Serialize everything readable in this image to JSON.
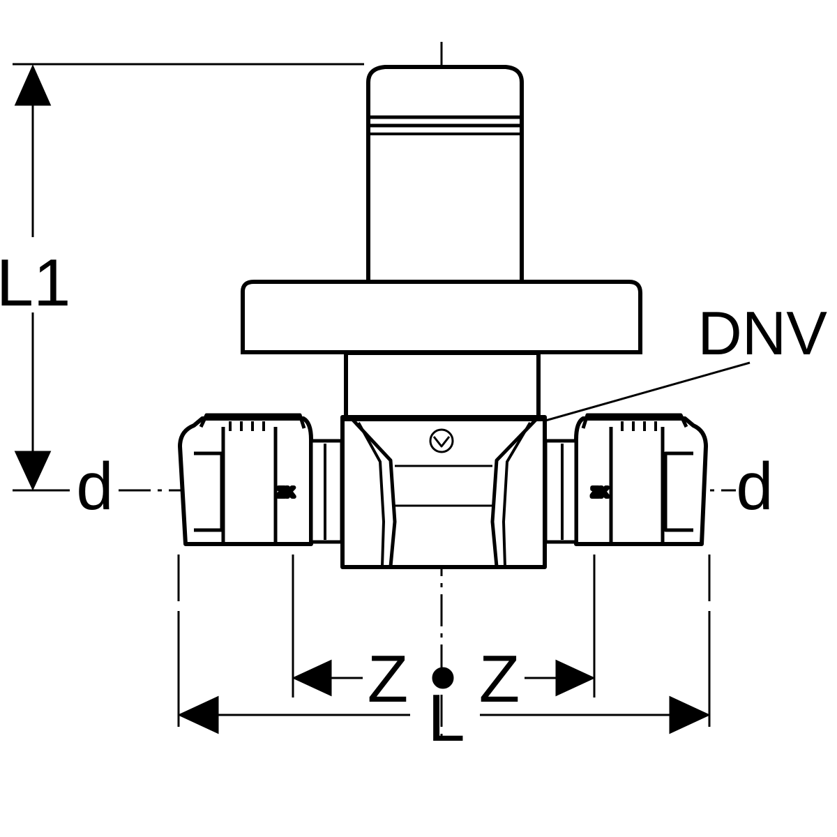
{
  "labels": {
    "l1": "L1",
    "dnv": "DNV",
    "d_left": "d",
    "d_right": "d",
    "z_left": "Z",
    "z_right": "Z",
    "l": "L"
  },
  "colors": {
    "ink": "#000000",
    "paper": "#ffffff"
  }
}
